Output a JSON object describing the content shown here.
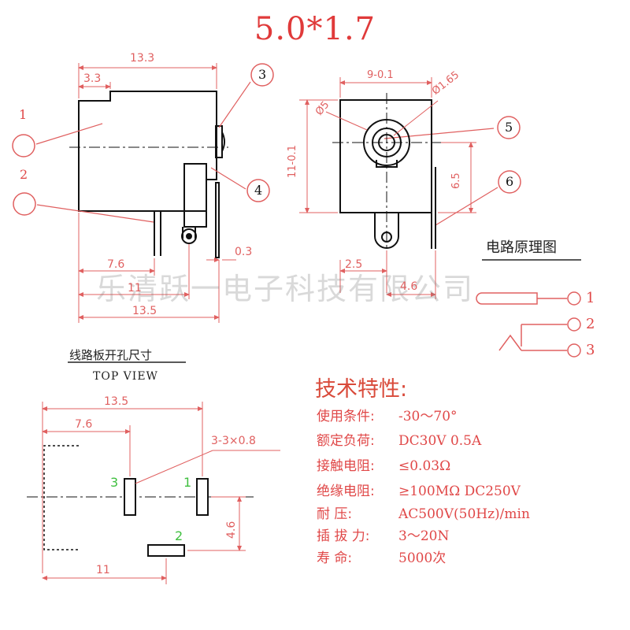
{
  "title": "5.0*1.7",
  "watermark": "乐清跃一电子科技有限公司",
  "callouts": [
    "1",
    "2",
    "3",
    "4",
    "5",
    "6"
  ],
  "side_view": {
    "dims": [
      "13.3",
      "3.3",
      "7.6",
      "11",
      "13.5",
      "0.3"
    ]
  },
  "front_view": {
    "dims": [
      "9-0.1",
      "Ø1.65",
      "Ø5",
      "11-0.1",
      "6.5",
      "2.5",
      "4.6"
    ]
  },
  "schematic": {
    "title": "电路原理图",
    "pins": [
      "1",
      "2",
      "3"
    ]
  },
  "pcb": {
    "title": "线路板开孔尺寸",
    "subtitle": "TOP VIEW",
    "dims": [
      "13.5",
      "7.6",
      "3-3×0.8",
      "4.6",
      "11"
    ],
    "pin_labels": [
      "3",
      "1",
      "2"
    ]
  },
  "specs": {
    "title": "技术特性:",
    "rows": [
      {
        "label": "使用条件:",
        "value": "-30～70°"
      },
      {
        "label": "额定负荷:",
        "value": "DC30V 0.5A"
      },
      {
        "label": "接触电阻:",
        "value": "≤0.03Ω"
      },
      {
        "label": "绝缘电阻:",
        "value": "≥100MΩ  DC250V"
      },
      {
        "label": "耐    压:",
        "value": "AC500V(50Hz)/min"
      },
      {
        "label": "插 拔 力:",
        "value": "3～20N"
      },
      {
        "label": "寿    命:",
        "value": "5000次"
      }
    ]
  },
  "colors": {
    "dim": "#e06060",
    "outline": "#111111",
    "accent": "#e03a3a",
    "pin_green": "#3fbf3f"
  }
}
